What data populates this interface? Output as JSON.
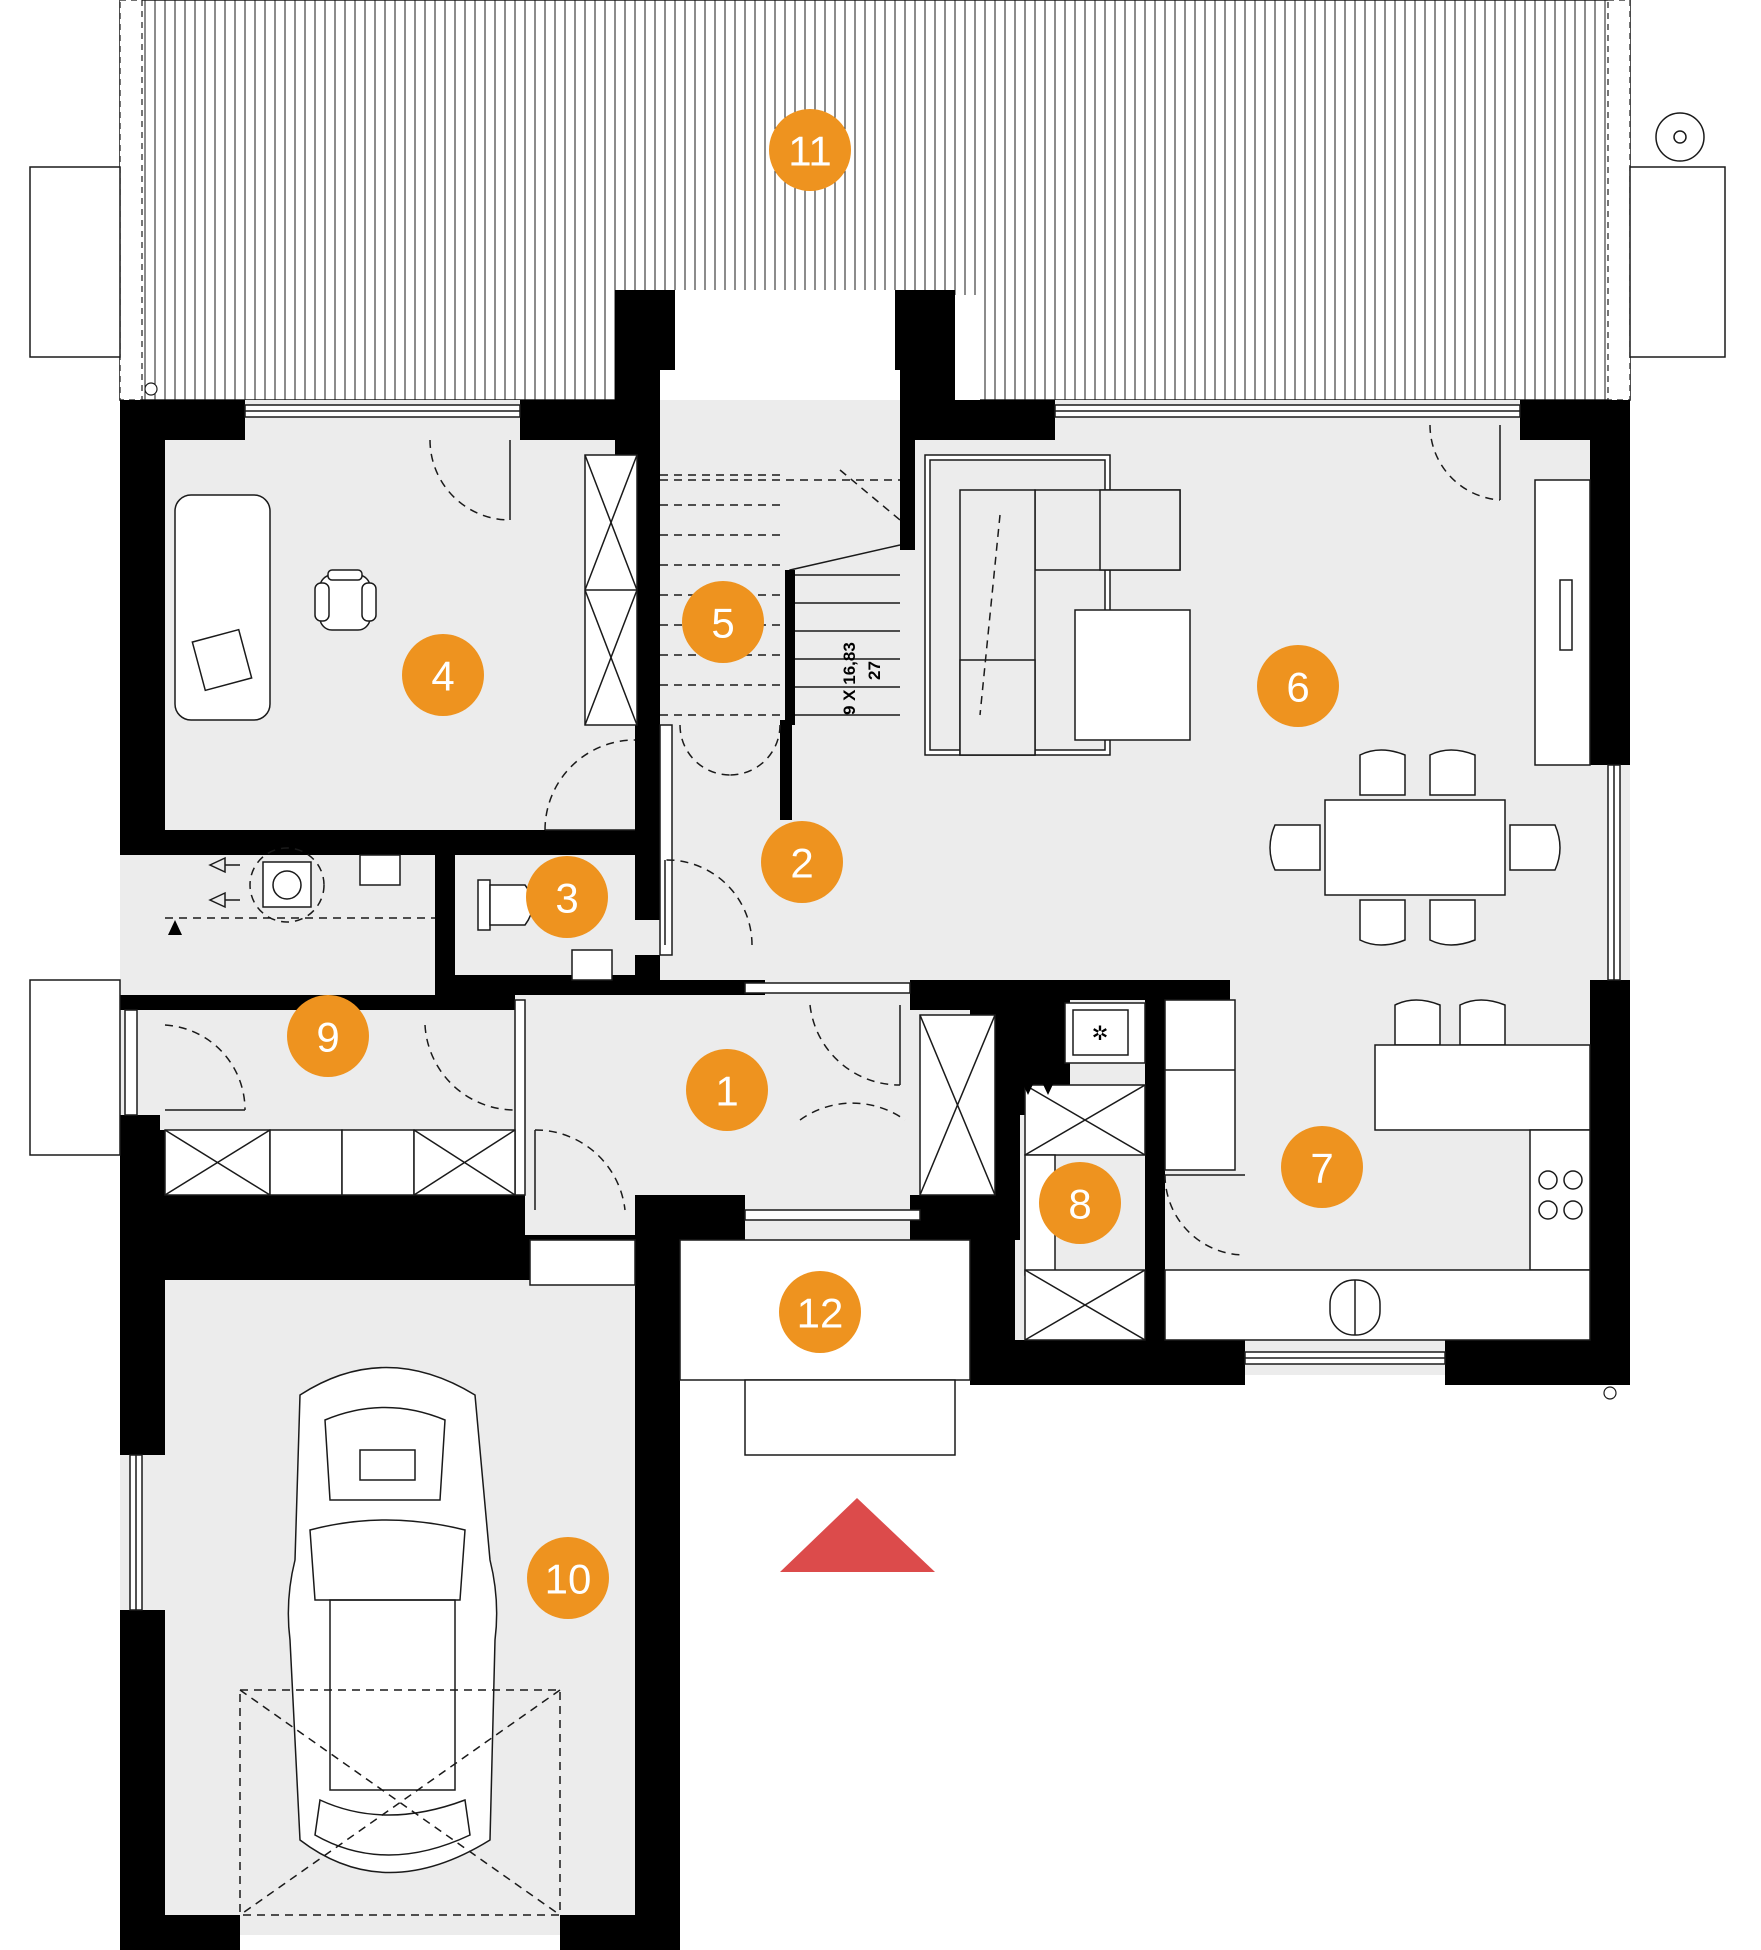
{
  "rooms": [
    {
      "id": "1"
    },
    {
      "id": "2"
    },
    {
      "id": "3"
    },
    {
      "id": "4"
    },
    {
      "id": "5"
    },
    {
      "id": "6"
    },
    {
      "id": "7"
    },
    {
      "id": "8"
    },
    {
      "id": "9"
    },
    {
      "id": "10"
    },
    {
      "id": "11"
    },
    {
      "id": "12"
    }
  ],
  "stairs": {
    "count_label": "9 X 16,83",
    "depth_label": "27"
  },
  "colors": {
    "badge": "#ee931f",
    "entrance_arrow": "#dc4b4b",
    "floor": "#ececec",
    "wall": "#000000"
  },
  "icons": [
    "entrance-arrow-icon",
    "car-icon",
    "office-chair-icon",
    "sofa-icon",
    "dining-table-icon",
    "cooktop-icon",
    "boiler-icon",
    "toilet-icon",
    "sink-icon"
  ]
}
